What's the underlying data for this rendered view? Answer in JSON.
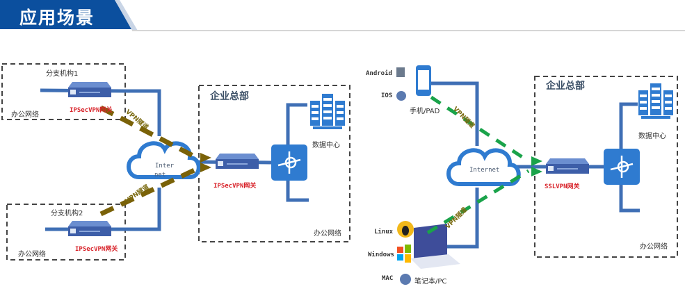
{
  "header": {
    "title": "应用场景",
    "accent_color": "#0b4f9e"
  },
  "left_diagram": {
    "branch1": {
      "title": "分支机构1",
      "network": "办公网络",
      "gateway": "IPSecVPN网关"
    },
    "branch2": {
      "title": "分支机构2",
      "network": "办公网络",
      "gateway": "IPSecVPN网关"
    },
    "internet_label_1": "Inter",
    "internet_label_2": "net",
    "tunnel_label_1": "VPN隧道",
    "tunnel_label_2": "VPN隧道",
    "hq": {
      "title": "企业总部",
      "gateway": "IPSecVPN网关",
      "datacenter": "数据中心",
      "network": "办公网络"
    },
    "tunnel_color": "#7a6208"
  },
  "right_diagram": {
    "mobile": {
      "android": "Android",
      "ios": "IOS",
      "device": "手机/PAD"
    },
    "pc": {
      "linux": "Linux",
      "windows": "Windows",
      "mac": "MAC",
      "device": "笔记本/PC"
    },
    "internet_label": "Internet",
    "tunnel_label_1": "VPN隧道",
    "tunnel_label_2": "VPN隧道",
    "hq": {
      "title": "企业总部",
      "gateway": "SSLVPN网关",
      "datacenter": "数据中心",
      "network": "办公网络"
    },
    "tunnel_color": "#1aa34a"
  },
  "colors": {
    "link": "#3f6fb5",
    "device": "#2f7bd0",
    "label_red": "#d8232a"
  }
}
